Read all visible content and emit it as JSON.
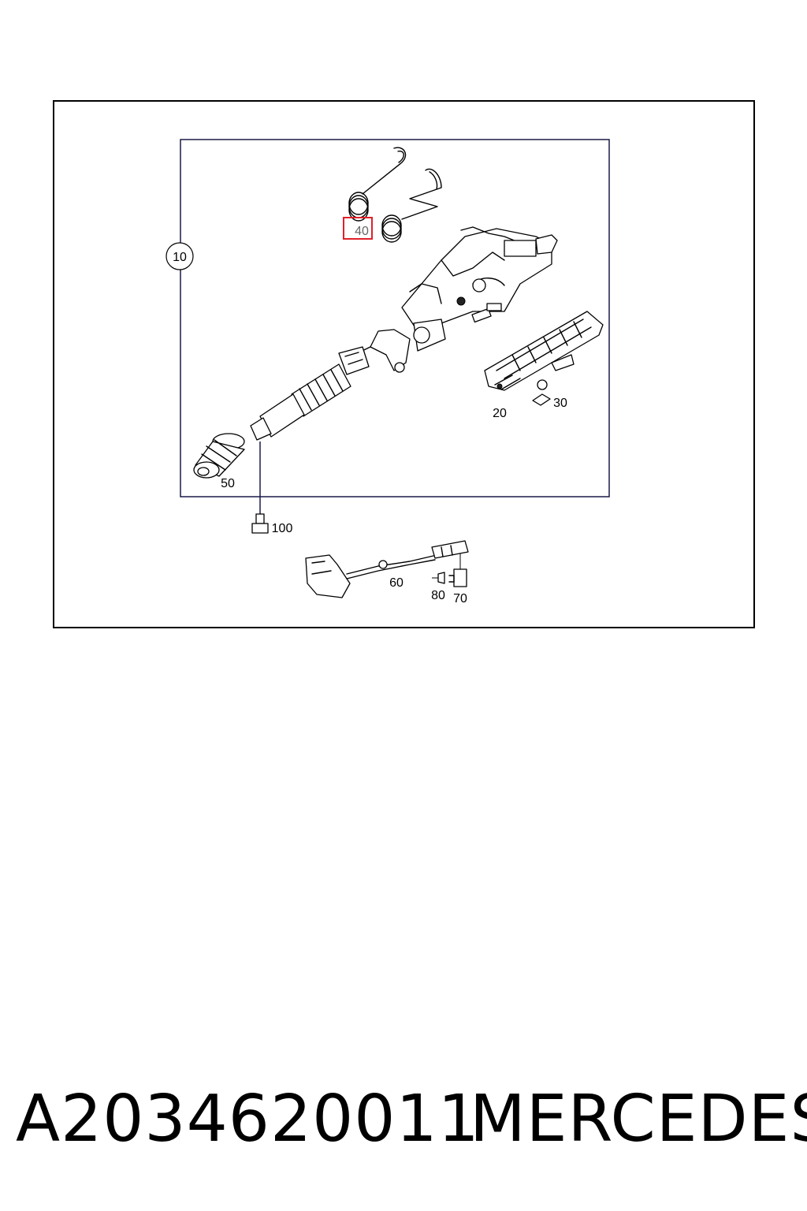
{
  "diagram": {
    "callouts": {
      "c10": "10",
      "c20": "20",
      "c30": "30",
      "c40": "40",
      "c50": "50",
      "c60": "60",
      "c70": "70",
      "c80": "80",
      "c100": "100"
    },
    "highlighted_callout": "40",
    "highlight_color": "#e0202a"
  },
  "footer": {
    "part_number": "A2034620011",
    "brand": "MERCEDES"
  }
}
